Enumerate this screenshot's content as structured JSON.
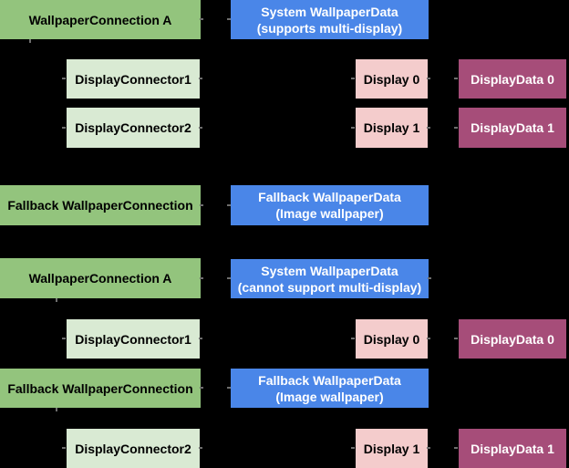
{
  "diagram": {
    "background": "#000000",
    "colors": {
      "connection_green": "#93C47D",
      "connector_light_green": "#D9EAD3",
      "wallpaper_data_blue": "#4A86E8",
      "display_pink": "#F4CCCC",
      "display_data_magenta": "#A64D79",
      "text_dark": "#000000",
      "text_light": "#FFFFFF",
      "stub_gray": "#6E6E6E"
    },
    "nodes": [
      {
        "kind": "wallpaper-connection",
        "line1": "WallpaperConnection A"
      },
      {
        "kind": "wallpaper-data",
        "line1": "System WallpaperData",
        "line2": "(supports multi-display)"
      },
      {
        "kind": "display-connector",
        "line1": "DisplayConnector1"
      },
      {
        "kind": "display",
        "line1": "Display 0"
      },
      {
        "kind": "display-data",
        "line1": "DisplayData 0"
      },
      {
        "kind": "display-connector",
        "line1": "DisplayConnector2"
      },
      {
        "kind": "display",
        "line1": "Display 1"
      },
      {
        "kind": "display-data",
        "line1": "DisplayData 1"
      },
      {
        "kind": "wallpaper-connection",
        "line1": "Fallback WallpaperConnection"
      },
      {
        "kind": "wallpaper-data",
        "line1": "Fallback WallpaperData",
        "line2": "(Image wallpaper)"
      },
      {
        "kind": "wallpaper-connection",
        "line1": "WallpaperConnection A"
      },
      {
        "kind": "wallpaper-data",
        "line1": "System WallpaperData",
        "line2": "(cannot support multi-display)"
      },
      {
        "kind": "display-connector",
        "line1": "DisplayConnector1"
      },
      {
        "kind": "display",
        "line1": "Display 0"
      },
      {
        "kind": "display-data",
        "line1": "DisplayData 0"
      },
      {
        "kind": "wallpaper-connection",
        "line1": "Fallback WallpaperConnection"
      },
      {
        "kind": "wallpaper-data",
        "line1": "Fallback WallpaperData",
        "line2": "(Image wallpaper)"
      },
      {
        "kind": "display-connector",
        "line1": "DisplayConnector2"
      },
      {
        "kind": "display",
        "line1": "Display 1"
      },
      {
        "kind": "display-data",
        "line1": "DisplayData 1"
      }
    ]
  }
}
